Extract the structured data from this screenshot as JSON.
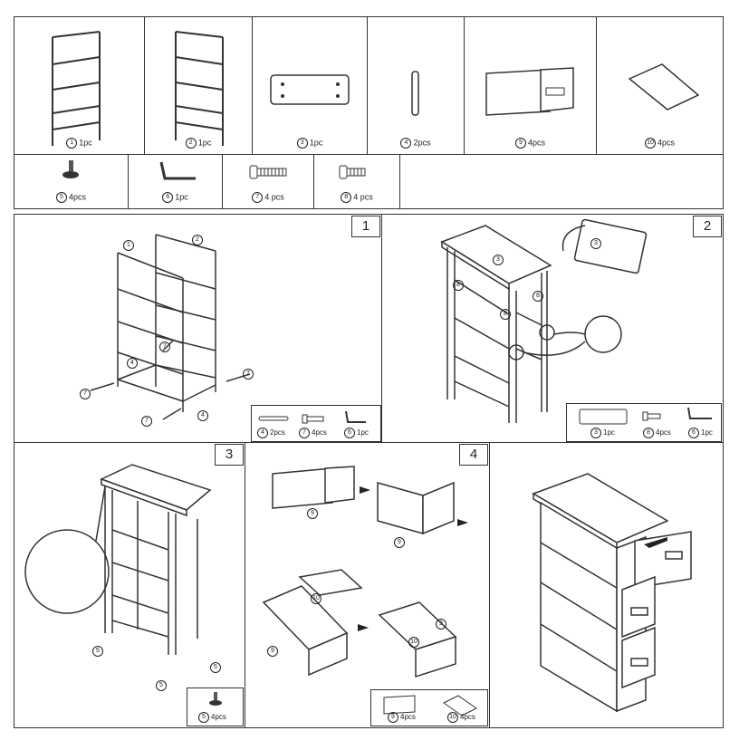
{
  "parts_row1": [
    {
      "num": "1",
      "qty": "1pc",
      "icon": "frame-side-icon"
    },
    {
      "num": "2",
      "qty": "1pc",
      "icon": "frame-side-icon"
    },
    {
      "num": "3",
      "qty": "1pc",
      "icon": "top-board-icon"
    },
    {
      "num": "4",
      "qty": "2pcs",
      "icon": "rod-icon"
    },
    {
      "num": "9",
      "qty": "4pcs",
      "icon": "drawer-sheet-icon"
    },
    {
      "num": "10",
      "qty": "4pcs",
      "icon": "bottom-board-icon"
    }
  ],
  "parts_row2": [
    {
      "num": "5",
      "qty": "4pcs",
      "icon": "leveling-foot-icon"
    },
    {
      "num": "6",
      "qty": "1pc",
      "icon": "allen-key-icon"
    },
    {
      "num": "7",
      "qty": "4  pcs",
      "icon": "long-bolt-icon"
    },
    {
      "num": "8",
      "qty": "4  pcs",
      "icon": "short-bolt-icon"
    }
  ],
  "steps": [
    "1",
    "2",
    "3",
    "4"
  ],
  "step1": {
    "callouts": [
      "1",
      "2",
      "7",
      "4",
      "7",
      "7",
      "7",
      "4"
    ],
    "legend": [
      {
        "num": "4",
        "qty": "2pcs"
      },
      {
        "num": "7",
        "qty": "4pcs"
      },
      {
        "num": "6",
        "qty": "1pc"
      }
    ]
  },
  "step2": {
    "callouts": [
      "3",
      "3",
      "8",
      "8",
      "8"
    ],
    "legend": [
      {
        "num": "3",
        "qty": "1pc"
      },
      {
        "num": "8",
        "qty": "4pcs"
      },
      {
        "num": "6",
        "qty": "1pc"
      }
    ]
  },
  "step3": {
    "callouts": [
      "5",
      "5",
      "5"
    ],
    "legend": [
      {
        "num": "5",
        "qty": "4pcs"
      }
    ]
  },
  "step4": {
    "callouts": [
      "9",
      "9",
      "10",
      "9",
      "9",
      "10"
    ],
    "legend": [
      {
        "num": "9",
        "qty": "4pcs"
      },
      {
        "num": "10",
        "qty": "4pcs"
      }
    ]
  },
  "colors": {
    "line": "#333333",
    "top": "#f2f2f2",
    "fill": "#ffffff"
  }
}
